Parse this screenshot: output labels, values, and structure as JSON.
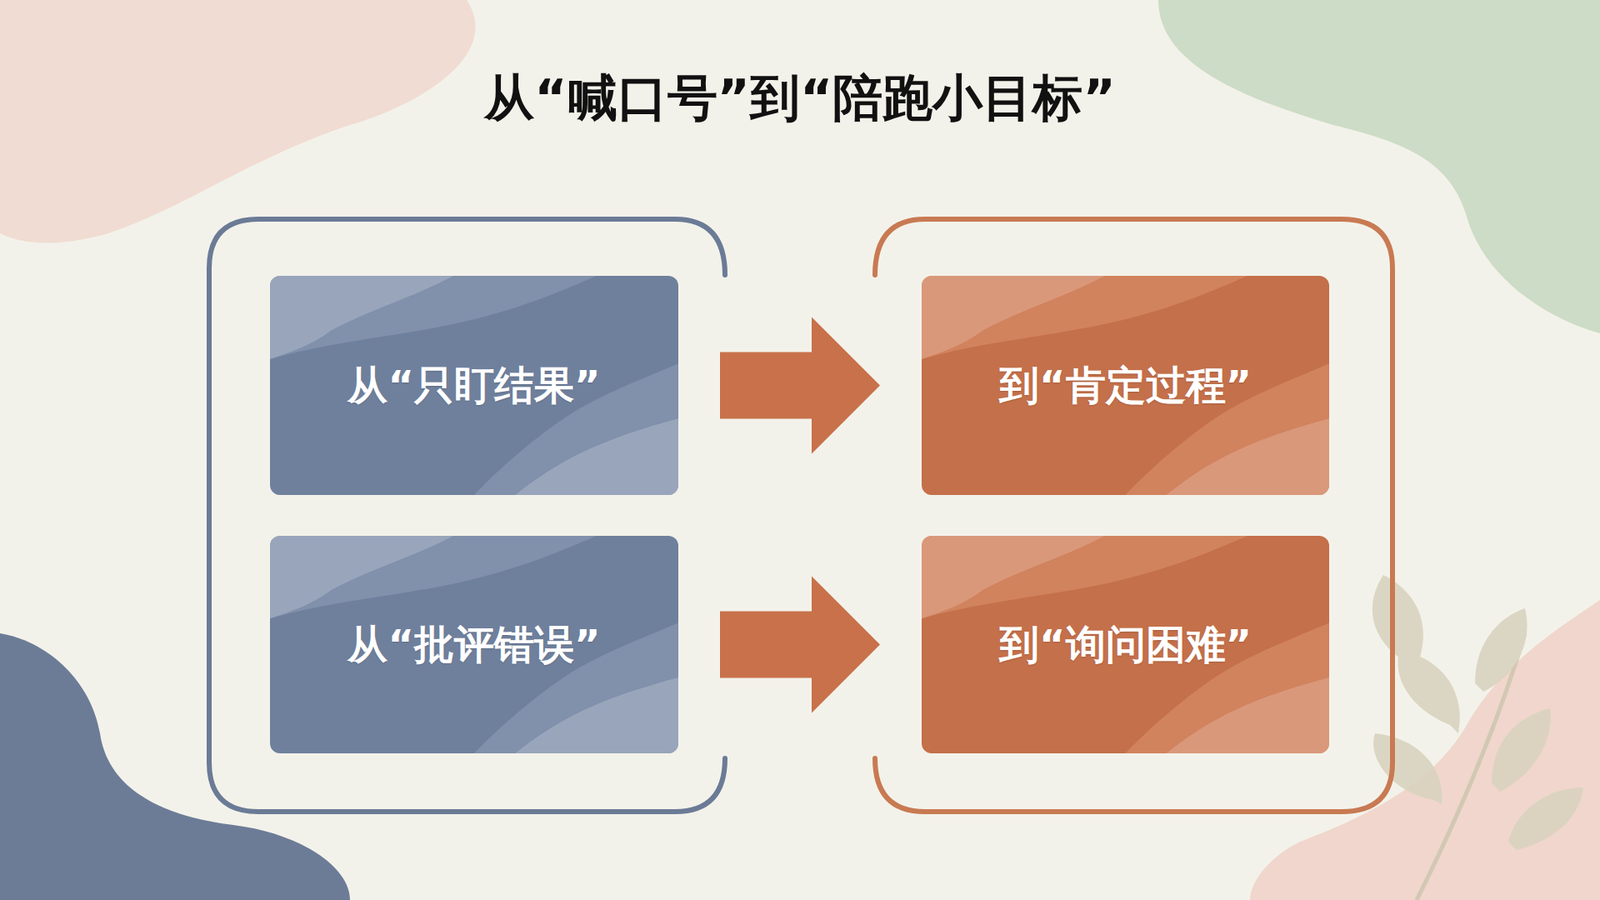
{
  "diagram": {
    "title": "从“喊口号”到“陪跑小目标”",
    "nodes": [
      {
        "text": [
          "从“只盯结果”"
        ]
      },
      {
        "text": [
          "到“肯定过程”"
        ]
      },
      {
        "text": [
          "从“批评错误”"
        ]
      },
      {
        "text": [
          "到“询问困难”"
        ]
      }
    ],
    "edges": [
      {
        "from": 0,
        "to": 1,
        "arrow": "to"
      },
      {
        "from": 2,
        "to": 3,
        "arrow": "to"
      }
    ]
  }
}
